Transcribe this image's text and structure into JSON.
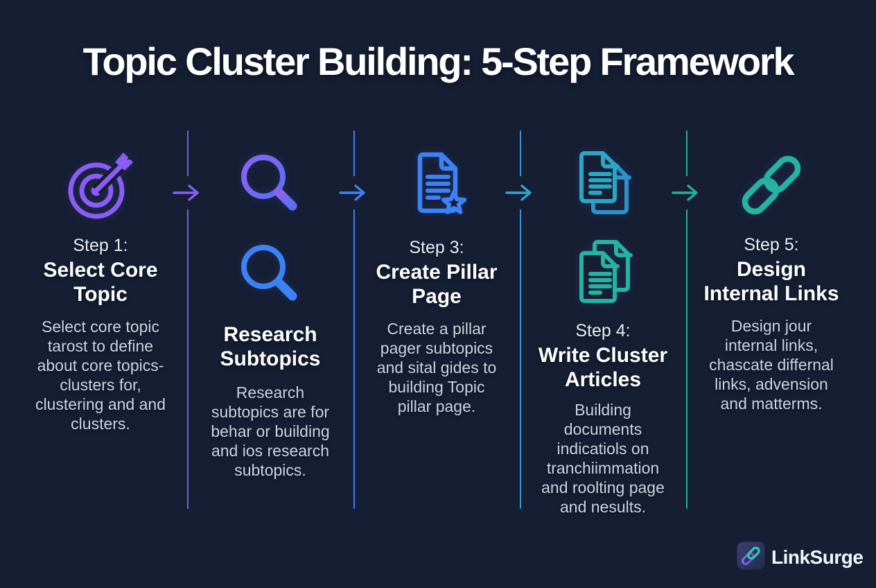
{
  "title": "Topic Cluster Building: 5-Step Framework",
  "background_color": "#151e33",
  "steps": [
    {
      "step_label": "Step 1:",
      "title": "Select Core Topic",
      "description": "Select core topic tarost to define about core topics- clusters for, clustering and and clusters.",
      "icon": "target-icon",
      "accent_color": "#8b5cf6"
    },
    {
      "step_label": "",
      "title": "Research Subtopics",
      "description": "Research subtopics are for behar or building and ios research subtopics.",
      "icon": "search-icon",
      "icon2": "search-icon",
      "accent_color": "#5b7bf5"
    },
    {
      "step_label": "Step 3:",
      "title": "Create Pillar Page",
      "description": "Create a pillar pager subtopics and sital gides to building Topic pillar page.",
      "icon": "document-star-icon",
      "accent_color": "#3b82f6"
    },
    {
      "step_label": "Step 4:",
      "title": "Write Cluster Articles",
      "description": "Building documents indicatiols on tranchiimmation and roolting page and nesults.",
      "icon": "documents-icon",
      "icon2": "documents-icon",
      "accent_color": "#2aa6c4"
    },
    {
      "step_label": "Step 5:",
      "title": "Design Internal Links",
      "description": "Design jour internal links, chascate differnal links, advension and matterms.",
      "icon": "chain-link-icon",
      "accent_color": "#23b3a0"
    }
  ],
  "connectors": [
    {
      "icon": "arrow-right-icon",
      "arrow_color": "#8b5cf6",
      "line_color": "#7a5ce0"
    },
    {
      "icon": "arrow-right-icon",
      "arrow_color": "#3b82f6",
      "line_color": "#3f7df0"
    },
    {
      "icon": "arrow-right-icon",
      "arrow_color": "#38a0d0",
      "line_color": "#3796d0"
    },
    {
      "icon": "arrow-right-icon",
      "arrow_color": "#23af9e",
      "line_color": "#23af9e"
    }
  ],
  "logo": {
    "brand": "LinkSurge",
    "icon": "linksurge-chain-icon",
    "tile_color": "#2d3663",
    "link_colors": [
      "#8b6cf6",
      "#2fd0a8"
    ]
  }
}
